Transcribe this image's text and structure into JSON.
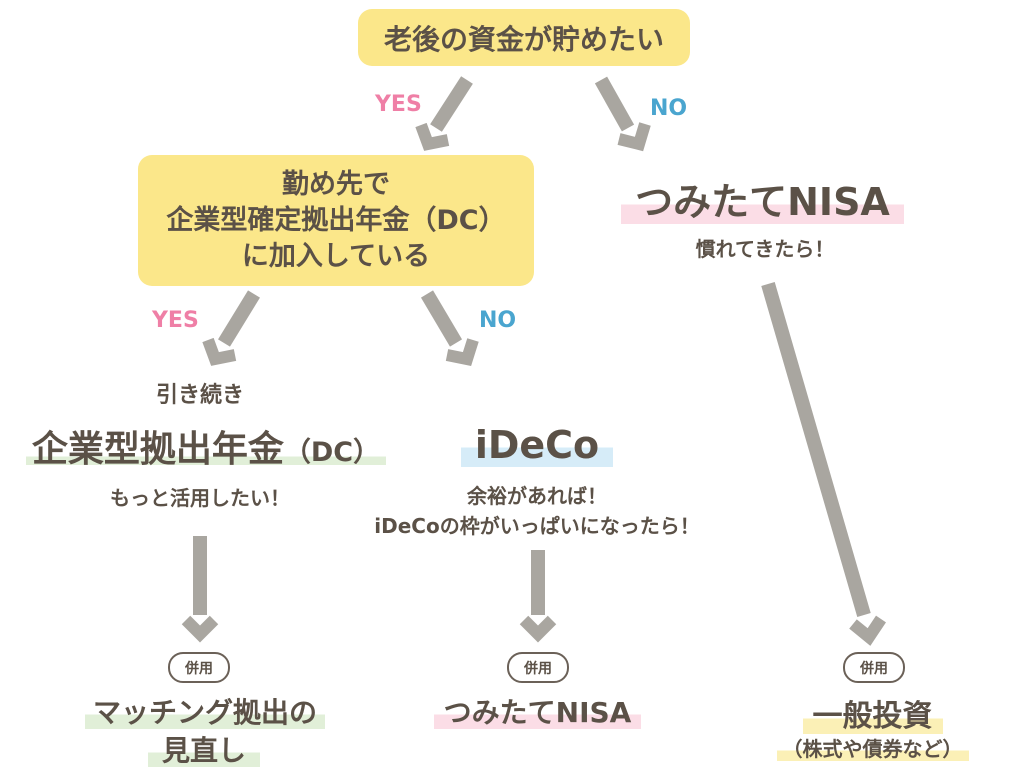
{
  "top_question": "老後の資金が貯めたい",
  "branches": {
    "yes": "YES",
    "no": "NO"
  },
  "second_question": {
    "line1": "勤め先で",
    "line2": "企業型確定拠出年金（DC）",
    "line3": "に加入している"
  },
  "right_branch": {
    "title": "つみたてNISA",
    "note": "慣れてきたら！"
  },
  "left_result": {
    "pre": "引き続き",
    "title": "企業型拠出年金",
    "title_suffix": "（DC）",
    "note": "もっと活用したい！"
  },
  "middle_result": {
    "title": "iDeCo",
    "note_line1": "余裕があれば！",
    "note_line2": "iDeCoの枠がいっぱいになったら！"
  },
  "combined_badge": "併用",
  "final_left": {
    "line1": "マッチング拠出の",
    "line2": "見直し"
  },
  "final_middle": "つみたてNISA",
  "final_right": {
    "title": "一般投資",
    "sub": "（株式や債券など）"
  },
  "colors": {
    "box_yellow": "#fbe78a",
    "yes_pink": "#ef7fa6",
    "no_blue": "#4aa5cf",
    "arrow_gray": "#a9a6a0",
    "text_brown": "#5b5147"
  }
}
